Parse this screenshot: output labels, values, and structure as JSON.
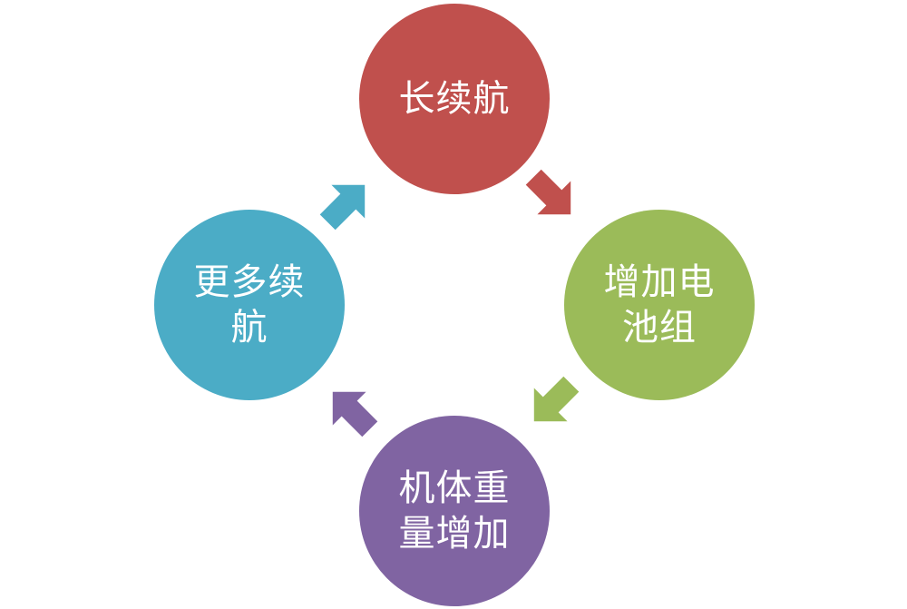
{
  "diagram": {
    "nodes": [
      {
        "id": "top",
        "label": "长续航",
        "color": "#c0504d"
      },
      {
        "id": "right",
        "label": "增加电池组",
        "color": "#9bbb59"
      },
      {
        "id": "bottom",
        "label": "机体重量增加",
        "color": "#8064a2"
      },
      {
        "id": "left",
        "label": "更多续航",
        "color": "#4bacc6"
      }
    ],
    "arrows": [
      {
        "from": "top",
        "to": "right",
        "color": "#c0504d"
      },
      {
        "from": "right",
        "to": "bottom",
        "color": "#9bbb59"
      },
      {
        "from": "bottom",
        "to": "left",
        "color": "#8064a2"
      },
      {
        "from": "left",
        "to": "top",
        "color": "#4bacc6"
      }
    ]
  }
}
